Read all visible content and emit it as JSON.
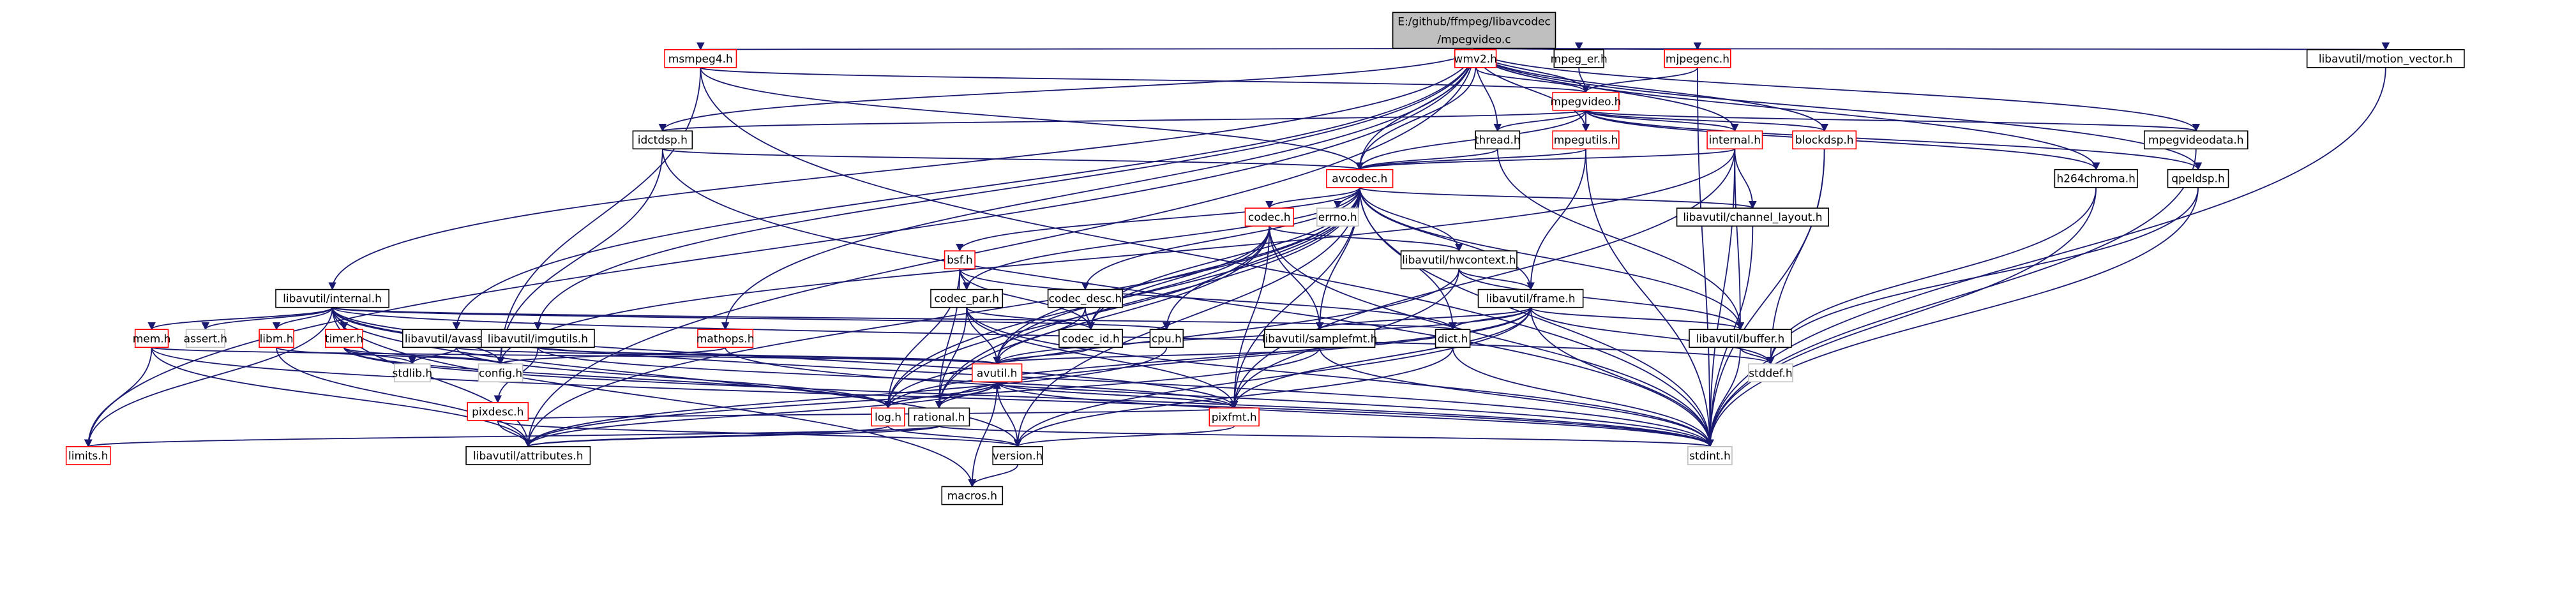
{
  "graph": {
    "title": "E:/github/ffmpeg/libavcodec/mpegvideo.c",
    "nodes": [
      {
        "id": "root",
        "label": [
          "E:/github/ffmpeg/libavcodec",
          "/mpegvideo.c"
        ],
        "style": "root"
      },
      {
        "id": "msmpeg4",
        "label": [
          "msmpeg4.h"
        ],
        "style": "trunc"
      },
      {
        "id": "wmv2",
        "label": [
          "wmv2.h"
        ],
        "style": "trunc"
      },
      {
        "id": "mpeg_er",
        "label": [
          "mpeg_er.h"
        ],
        "style": "normal"
      },
      {
        "id": "mjpegenc",
        "label": [
          "mjpegenc.h"
        ],
        "style": "trunc"
      },
      {
        "id": "motion_vector",
        "label": [
          "libavutil/motion_vector.h"
        ],
        "style": "normal"
      },
      {
        "id": "mpegvideo",
        "label": [
          "mpegvideo.h"
        ],
        "style": "trunc"
      },
      {
        "id": "idctdsp",
        "label": [
          "idctdsp.h"
        ],
        "style": "normal"
      },
      {
        "id": "thread",
        "label": [
          "thread.h"
        ],
        "style": "normal"
      },
      {
        "id": "mpegutils",
        "label": [
          "mpegutils.h"
        ],
        "style": "trunc"
      },
      {
        "id": "internal",
        "label": [
          "internal.h"
        ],
        "style": "trunc"
      },
      {
        "id": "blockdsp",
        "label": [
          "blockdsp.h"
        ],
        "style": "trunc"
      },
      {
        "id": "mpegvideodata",
        "label": [
          "mpegvideodata.h"
        ],
        "style": "normal"
      },
      {
        "id": "h264chroma",
        "label": [
          "h264chroma.h"
        ],
        "style": "normal"
      },
      {
        "id": "qpeldsp",
        "label": [
          "qpeldsp.h"
        ],
        "style": "normal"
      },
      {
        "id": "avcodec",
        "label": [
          "avcodec.h"
        ],
        "style": "trunc"
      },
      {
        "id": "errno",
        "label": [
          "errno.h"
        ],
        "style": "gray"
      },
      {
        "id": "codec",
        "label": [
          "codec.h"
        ],
        "style": "trunc"
      },
      {
        "id": "channel_layout",
        "label": [
          "libavutil/channel_layout.h"
        ],
        "style": "normal"
      },
      {
        "id": "bsf",
        "label": [
          "bsf.h"
        ],
        "style": "trunc"
      },
      {
        "id": "hwcontext",
        "label": [
          "libavutil/hwcontext.h"
        ],
        "style": "normal"
      },
      {
        "id": "codec_par",
        "label": [
          "codec_par.h"
        ],
        "style": "normal"
      },
      {
        "id": "codec_desc",
        "label": [
          "codec_desc.h"
        ],
        "style": "normal"
      },
      {
        "id": "avutil_internal",
        "label": [
          "libavutil/internal.h"
        ],
        "style": "normal"
      },
      {
        "id": "frame",
        "label": [
          "libavutil/frame.h"
        ],
        "style": "normal"
      },
      {
        "id": "mem",
        "label": [
          "mem.h"
        ],
        "style": "trunc"
      },
      {
        "id": "assert",
        "label": [
          "assert.h"
        ],
        "style": "gray"
      },
      {
        "id": "libm",
        "label": [
          "libm.h"
        ],
        "style": "trunc"
      },
      {
        "id": "timer",
        "label": [
          "timer.h"
        ],
        "style": "trunc"
      },
      {
        "id": "avassert",
        "label": [
          "libavutil/avassert.h"
        ],
        "style": "normal"
      },
      {
        "id": "imgutils",
        "label": [
          "libavutil/imgutils.h"
        ],
        "style": "normal"
      },
      {
        "id": "mathops",
        "label": [
          "mathops.h"
        ],
        "style": "trunc"
      },
      {
        "id": "codec_id",
        "label": [
          "codec_id.h"
        ],
        "style": "normal"
      },
      {
        "id": "cpu",
        "label": [
          "cpu.h"
        ],
        "style": "normal"
      },
      {
        "id": "samplefmt",
        "label": [
          "libavutil/samplefmt.h"
        ],
        "style": "normal"
      },
      {
        "id": "dict",
        "label": [
          "dict.h"
        ],
        "style": "normal"
      },
      {
        "id": "buffer",
        "label": [
          "libavutil/buffer.h"
        ],
        "style": "normal"
      },
      {
        "id": "stdlib",
        "label": [
          "stdlib.h"
        ],
        "style": "gray"
      },
      {
        "id": "config",
        "label": [
          "config.h"
        ],
        "style": "gray"
      },
      {
        "id": "pixdesc",
        "label": [
          "pixdesc.h"
        ],
        "style": "trunc"
      },
      {
        "id": "avutil",
        "label": [
          "avutil.h"
        ],
        "style": "trunc"
      },
      {
        "id": "stddef",
        "label": [
          "stddef.h"
        ],
        "style": "gray"
      },
      {
        "id": "log",
        "label": [
          "log.h"
        ],
        "style": "trunc"
      },
      {
        "id": "rational",
        "label": [
          "rational.h"
        ],
        "style": "normal"
      },
      {
        "id": "pixfmt",
        "label": [
          "pixfmt.h"
        ],
        "style": "trunc"
      },
      {
        "id": "limits",
        "label": [
          "limits.h"
        ],
        "style": "trunc"
      },
      {
        "id": "attributes",
        "label": [
          "libavutil/attributes.h"
        ],
        "style": "normal"
      },
      {
        "id": "version",
        "label": [
          "version.h"
        ],
        "style": "normal"
      },
      {
        "id": "stdint",
        "label": [
          "stdint.h"
        ],
        "style": "gray"
      },
      {
        "id": "macros",
        "label": [
          "macros.h"
        ],
        "style": "normal"
      }
    ],
    "edges": [
      [
        "root",
        "msmpeg4"
      ],
      [
        "root",
        "wmv2"
      ],
      [
        "root",
        "mpeg_er"
      ],
      [
        "root",
        "mjpegenc"
      ],
      [
        "root",
        "motion_vector"
      ],
      [
        "root",
        "mpegvideo"
      ],
      [
        "root",
        "idctdsp"
      ],
      [
        "root",
        "thread"
      ],
      [
        "root",
        "mpegutils"
      ],
      [
        "root",
        "internal"
      ],
      [
        "root",
        "blockdsp"
      ],
      [
        "root",
        "mpegvideodata"
      ],
      [
        "root",
        "h264chroma"
      ],
      [
        "root",
        "qpeldsp"
      ],
      [
        "root",
        "avcodec"
      ],
      [
        "root",
        "avutil_internal"
      ],
      [
        "root",
        "avassert"
      ],
      [
        "root",
        "imgutils"
      ],
      [
        "root",
        "mathops"
      ],
      [
        "root",
        "limits"
      ],
      [
        "root",
        "attributes"
      ],
      [
        "msmpeg4",
        "mpegvideo"
      ],
      [
        "msmpeg4",
        "avcodec"
      ],
      [
        "msmpeg4",
        "config"
      ],
      [
        "msmpeg4",
        "stdint"
      ],
      [
        "wmv2",
        "mpegvideo"
      ],
      [
        "wmv2",
        "avcodec"
      ],
      [
        "mpeg_er",
        "mpegvideo"
      ],
      [
        "mjpegenc",
        "mpegvideo"
      ],
      [
        "mjpegenc",
        "stdint"
      ],
      [
        "motion_vector",
        "stdint"
      ],
      [
        "mpegvideo",
        "idctdsp"
      ],
      [
        "mpegvideo",
        "thread"
      ],
      [
        "mpegvideo",
        "mpegutils"
      ],
      [
        "mpegvideo",
        "internal"
      ],
      [
        "mpegvideo",
        "blockdsp"
      ],
      [
        "mpegvideo",
        "mpegvideodata"
      ],
      [
        "mpegvideo",
        "h264chroma"
      ],
      [
        "mpegvideo",
        "qpeldsp"
      ],
      [
        "mpegvideo",
        "avcodec"
      ],
      [
        "idctdsp",
        "avcodec"
      ],
      [
        "idctdsp",
        "config"
      ],
      [
        "idctdsp",
        "stdint"
      ],
      [
        "thread",
        "avcodec"
      ],
      [
        "thread",
        "buffer"
      ],
      [
        "mpegutils",
        "avcodec"
      ],
      [
        "mpegutils",
        "frame"
      ],
      [
        "mpegutils",
        "stdint"
      ],
      [
        "internal",
        "avcodec"
      ],
      [
        "internal",
        "channel_layout"
      ],
      [
        "internal",
        "buffer"
      ],
      [
        "internal",
        "config"
      ],
      [
        "internal",
        "pixfmt"
      ],
      [
        "internal",
        "stdint"
      ],
      [
        "blockdsp",
        "stddef"
      ],
      [
        "blockdsp",
        "stdint"
      ],
      [
        "mpegvideodata",
        "stdint"
      ],
      [
        "h264chroma",
        "stddef"
      ],
      [
        "h264chroma",
        "stdint"
      ],
      [
        "qpeldsp",
        "stddef"
      ],
      [
        "qpeldsp",
        "stdint"
      ],
      [
        "avcodec",
        "errno"
      ],
      [
        "avcodec",
        "codec"
      ],
      [
        "avcodec",
        "channel_layout"
      ],
      [
        "avcodec",
        "bsf"
      ],
      [
        "avcodec",
        "hwcontext"
      ],
      [
        "avcodec",
        "codec_par"
      ],
      [
        "avcodec",
        "codec_desc"
      ],
      [
        "avcodec",
        "codec_id"
      ],
      [
        "avcodec",
        "cpu"
      ],
      [
        "avcodec",
        "samplefmt"
      ],
      [
        "avcodec",
        "frame"
      ],
      [
        "avcodec",
        "dict"
      ],
      [
        "avcodec",
        "buffer"
      ],
      [
        "avcodec",
        "avutil"
      ],
      [
        "avcodec",
        "log"
      ],
      [
        "avcodec",
        "rational"
      ],
      [
        "avcodec",
        "pixfmt"
      ],
      [
        "avcodec",
        "attributes"
      ],
      [
        "avcodec",
        "version"
      ],
      [
        "avcodec",
        "stdint"
      ],
      [
        "codec",
        "codec_id"
      ],
      [
        "codec",
        "samplefmt"
      ],
      [
        "codec",
        "avutil"
      ],
      [
        "codec",
        "hwcontext"
      ],
      [
        "codec",
        "log"
      ],
      [
        "codec",
        "rational"
      ],
      [
        "codec",
        "pixfmt"
      ],
      [
        "codec",
        "stdint"
      ],
      [
        "channel_layout",
        "stdint"
      ],
      [
        "bsf",
        "codec_par"
      ],
      [
        "bsf",
        "codec_id"
      ],
      [
        "bsf",
        "dict"
      ],
      [
        "bsf",
        "log"
      ],
      [
        "bsf",
        "rational"
      ],
      [
        "hwcontext",
        "frame"
      ],
      [
        "hwcontext",
        "buffer"
      ],
      [
        "hwcontext",
        "log"
      ],
      [
        "hwcontext",
        "pixfmt"
      ],
      [
        "codec_par",
        "codec_id"
      ],
      [
        "codec_par",
        "avutil"
      ],
      [
        "codec_par",
        "rational"
      ],
      [
        "codec_par",
        "pixfmt"
      ],
      [
        "codec_par",
        "stdint"
      ],
      [
        "codec_desc",
        "codec_id"
      ],
      [
        "codec_desc",
        "avutil"
      ],
      [
        "codec_id",
        "avutil"
      ],
      [
        "cpu",
        "attributes"
      ],
      [
        "samplefmt",
        "avutil"
      ],
      [
        "samplefmt",
        "attributes"
      ],
      [
        "samplefmt",
        "stdint"
      ],
      [
        "frame",
        "samplefmt"
      ],
      [
        "frame",
        "dict"
      ],
      [
        "frame",
        "buffer"
      ],
      [
        "frame",
        "avutil"
      ],
      [
        "frame",
        "log"
      ],
      [
        "frame",
        "rational"
      ],
      [
        "frame",
        "pixfmt"
      ],
      [
        "frame",
        "stddef"
      ],
      [
        "frame",
        "stdint"
      ],
      [
        "frame",
        "version"
      ],
      [
        "dict",
        "version"
      ],
      [
        "dict",
        "stdint"
      ],
      [
        "buffer",
        "stdint"
      ],
      [
        "buffer",
        "stddef"
      ],
      [
        "avutil_internal",
        "mem"
      ],
      [
        "avutil_internal",
        "assert"
      ],
      [
        "avutil_internal",
        "libm"
      ],
      [
        "avutil_internal",
        "timer"
      ],
      [
        "avutil_internal",
        "config"
      ],
      [
        "avutil_internal",
        "cpu"
      ],
      [
        "avutil_internal",
        "dict"
      ],
      [
        "avutil_internal",
        "pixfmt"
      ],
      [
        "avutil_internal",
        "attributes"
      ],
      [
        "avutil_internal",
        "version"
      ],
      [
        "avutil_internal",
        "limits"
      ],
      [
        "avutil_internal",
        "macros"
      ],
      [
        "avutil_internal",
        "stddef"
      ],
      [
        "avutil_internal",
        "stdint"
      ],
      [
        "mem",
        "limits"
      ],
      [
        "mem",
        "attributes"
      ],
      [
        "mem",
        "avutil"
      ],
      [
        "mem",
        "stdint"
      ],
      [
        "libm",
        "config"
      ],
      [
        "libm",
        "attributes"
      ],
      [
        "timer",
        "config"
      ],
      [
        "timer",
        "stdlib"
      ],
      [
        "timer",
        "log"
      ],
      [
        "timer",
        "stdint"
      ],
      [
        "avassert",
        "stdlib"
      ],
      [
        "avassert",
        "avutil"
      ],
      [
        "avassert",
        "log"
      ],
      [
        "imgutils",
        "pixdesc"
      ],
      [
        "imgutils",
        "avutil"
      ],
      [
        "imgutils",
        "pixfmt"
      ],
      [
        "mathops",
        "config"
      ],
      [
        "mathops",
        "stdint"
      ],
      [
        "pixdesc",
        "attributes"
      ],
      [
        "pixdesc",
        "pixfmt"
      ],
      [
        "pixdesc",
        "version"
      ],
      [
        "avutil",
        "rational"
      ],
      [
        "avutil",
        "log"
      ],
      [
        "avutil",
        "pixfmt"
      ],
      [
        "avutil",
        "version"
      ],
      [
        "avutil",
        "macros"
      ],
      [
        "avutil",
        "attributes"
      ],
      [
        "avutil",
        "stdint"
      ],
      [
        "log",
        "attributes"
      ],
      [
        "log",
        "avutil"
      ],
      [
        "log",
        "version"
      ],
      [
        "rational",
        "attributes"
      ],
      [
        "rational",
        "limits"
      ],
      [
        "rational",
        "stdint"
      ],
      [
        "pixfmt",
        "avutil"
      ],
      [
        "pixfmt",
        "version"
      ],
      [
        "version",
        "macros"
      ]
    ]
  }
}
